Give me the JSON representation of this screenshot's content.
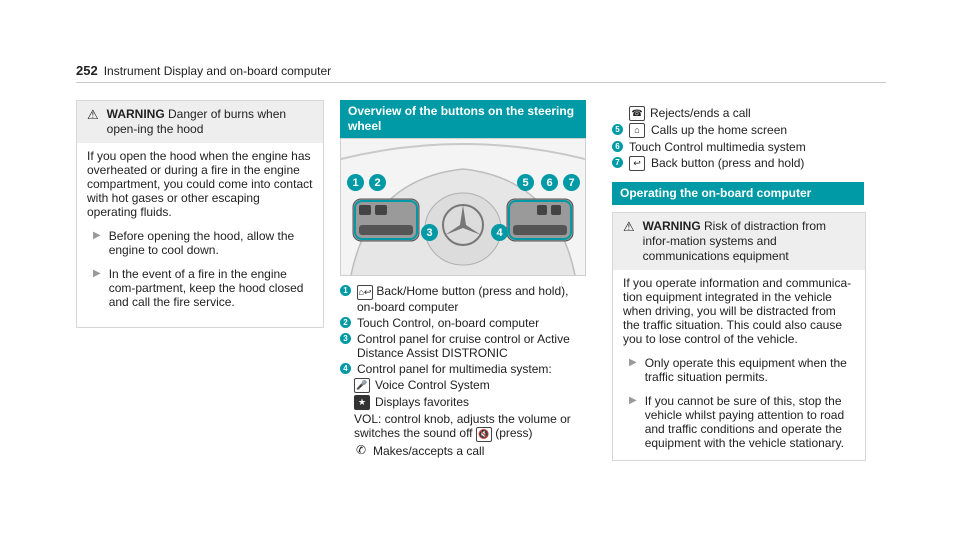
{
  "header": {
    "page_number": "252",
    "title": "Instrument Display and on-board computer"
  },
  "warning1": {
    "label": "WARNING",
    "heading": "Danger of burns when open-ing the hood",
    "body": "If you open the hood when the engine has overheated or during a fire in the engine compartment, you could come into contact with hot gases or other escaping operating fluids.",
    "steps": [
      "Before opening the hood, allow the engine to cool down.",
      "In the event of a fire in the engine com-partment, keep the hood closed and call the fire service."
    ]
  },
  "overview": {
    "heading": "Overview of the buttons on the steering wheel",
    "callouts": [
      "1",
      "2",
      "3",
      "4",
      "5",
      "6",
      "7"
    ],
    "items": [
      {
        "num": "1",
        "icon": "home-back-icon",
        "text": "Back/Home button (press and hold), on-board computer"
      },
      {
        "num": "2",
        "text": "Touch Control, on-board computer"
      },
      {
        "num": "3",
        "text": "Control panel for cruise control or Active Distance Assist DISTRONIC"
      },
      {
        "num": "4",
        "text": "Control panel for multimedia system:"
      }
    ],
    "sub_items": [
      {
        "icon": "voice-control-icon",
        "text": "Voice Control System"
      },
      {
        "icon": "star-icon",
        "text": "Displays favorites"
      },
      {
        "icon": "",
        "text": "VOL: control knob, adjusts the volume or switches the sound off"
      },
      {
        "icon": "phone-accept-icon",
        "text": "Makes/accepts a call"
      }
    ],
    "mute_suffix": "(press)"
  },
  "continued": {
    "items": [
      {
        "num": "",
        "icon": "phone-reject-icon",
        "text": "Rejects/ends a call"
      },
      {
        "num": "5",
        "icon": "home-icon",
        "text": "Calls up the home screen"
      },
      {
        "num": "6",
        "icon": "",
        "text": "Touch Control multimedia system"
      },
      {
        "num": "7",
        "icon": "back-icon",
        "text": "Back button (press and hold)"
      }
    ]
  },
  "operating": {
    "heading": "Operating the on-board computer",
    "warning_label": "WARNING",
    "warning_heading": "Risk of distraction from infor-mation systems and communications equipment",
    "body": "If you operate information and communica-tion equipment integrated in the vehicle when driving, you will be distracted from the traffic situation. This could also cause you to lose control of the vehicle.",
    "steps": [
      "Only operate this equipment when the traffic situation permits.",
      "If you cannot be sure of this, stop the vehicle whilst paying attention to road and traffic conditions and operate the equipment with the vehicle stationary."
    ]
  },
  "colors": {
    "accent": "#009aa6"
  }
}
